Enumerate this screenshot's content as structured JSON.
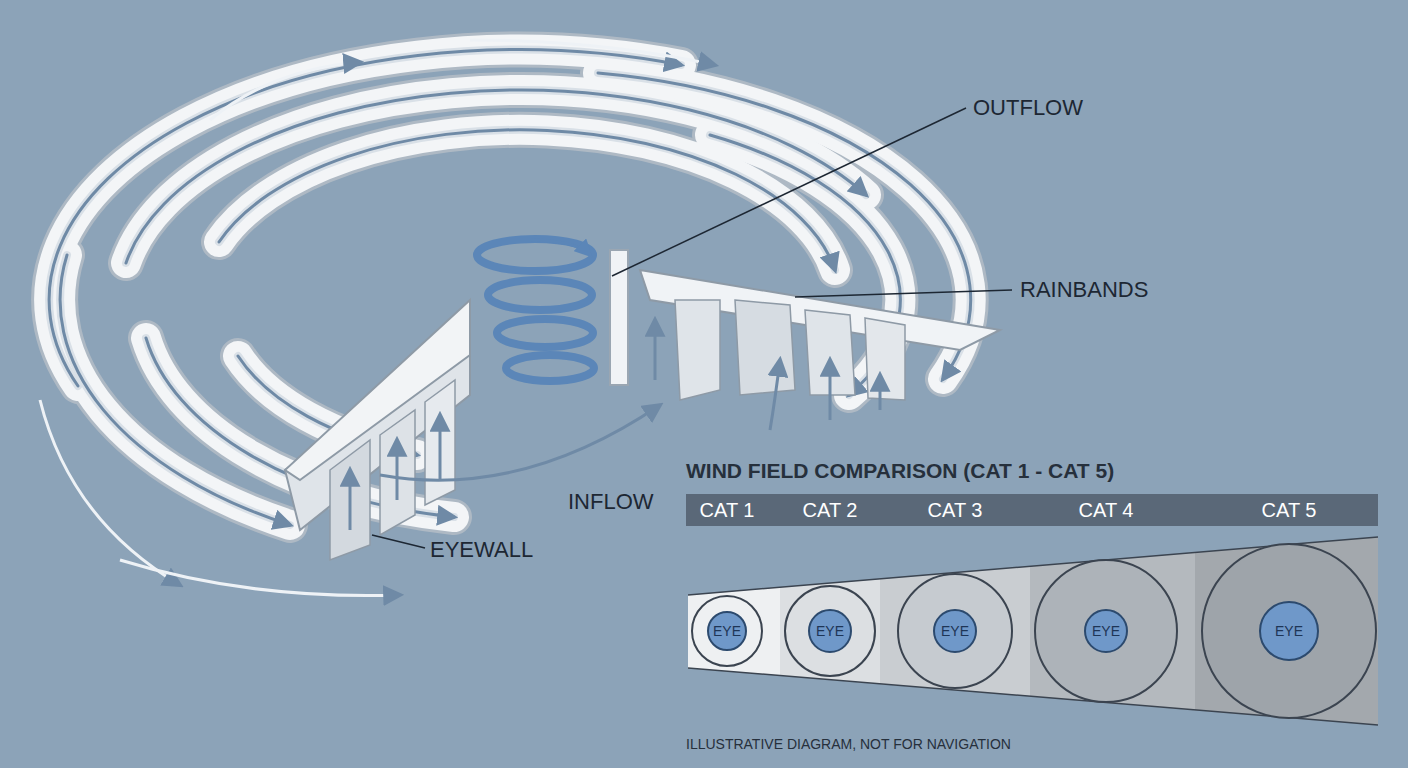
{
  "diagram": {
    "title": "WIND FIELD COMPARISON (CAT 1 - CAT 5)",
    "caption": "ILLUSTRATIVE DIAGRAM, NOT FOR NAVIGATION",
    "nodes": [
      {
        "text": [
          "CAT 1"
        ]
      },
      {
        "text": [
          "EYE"
        ],
        "in": 0
      },
      {
        "text": [
          "CAT 2"
        ]
      },
      {
        "text": [
          "EYE"
        ],
        "in": 2
      },
      {
        "text": [
          "CAT 3"
        ]
      },
      {
        "text": [
          "EYE"
        ],
        "in": 4
      },
      {
        "text": [
          "CAT 4"
        ]
      },
      {
        "text": [
          "EYE"
        ],
        "in": 6
      },
      {
        "text": [
          "CAT 5"
        ]
      },
      {
        "text": [
          "EYE"
        ],
        "in": 8
      }
    ],
    "edges": [],
    "labels": [
      "OUTFLOW",
      "RAINBANDS",
      "INFLOW",
      "EYEWALL"
    ]
  }
}
